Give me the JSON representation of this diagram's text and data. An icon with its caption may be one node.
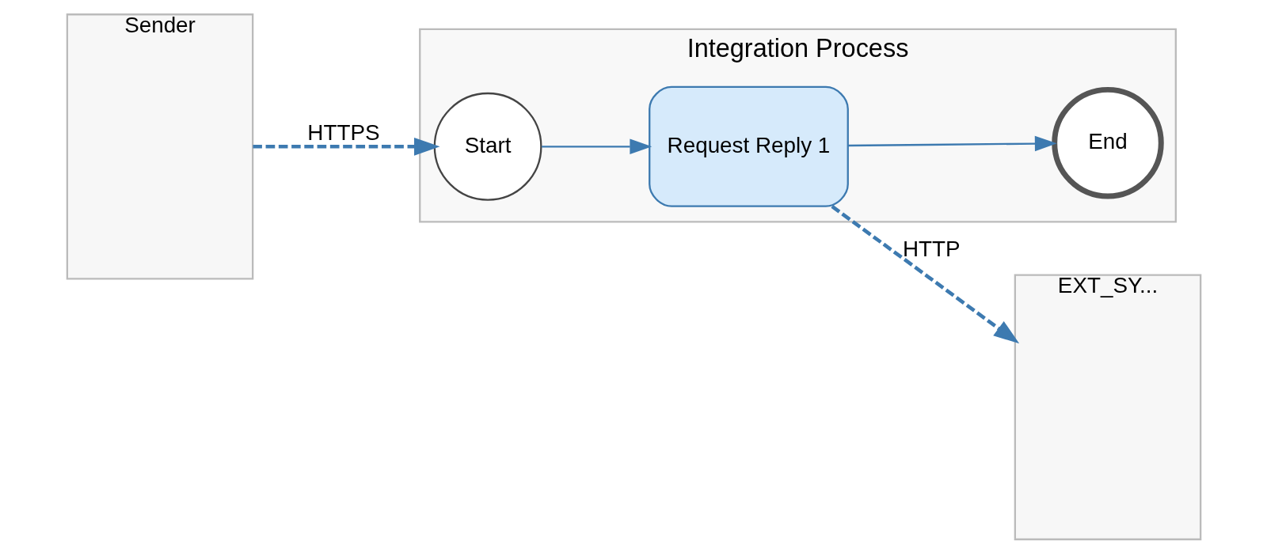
{
  "diagram": {
    "nodes": [
      {
        "text": [
          "Sender"
        ]
      },
      {
        "text": [
          "Integration Process"
        ]
      },
      {
        "text": [
          "Start"
        ],
        "in": 1
      },
      {
        "text": [
          "Request Reply 1"
        ],
        "in": 1
      },
      {
        "text": [
          "End"
        ],
        "in": 1
      },
      {
        "text": [
          "EXT_SY..."
        ]
      }
    ],
    "edges": [
      {
        "from": 0,
        "to": 2,
        "arrow": "to",
        "label": "HTTPS",
        "style": "dashed"
      },
      {
        "from": 2,
        "to": 3,
        "arrow": "to"
      },
      {
        "from": 3,
        "to": 4,
        "arrow": "to"
      },
      {
        "from": 3,
        "to": 5,
        "arrow": "to",
        "label": "HTTP",
        "style": "dashed"
      }
    ]
  }
}
